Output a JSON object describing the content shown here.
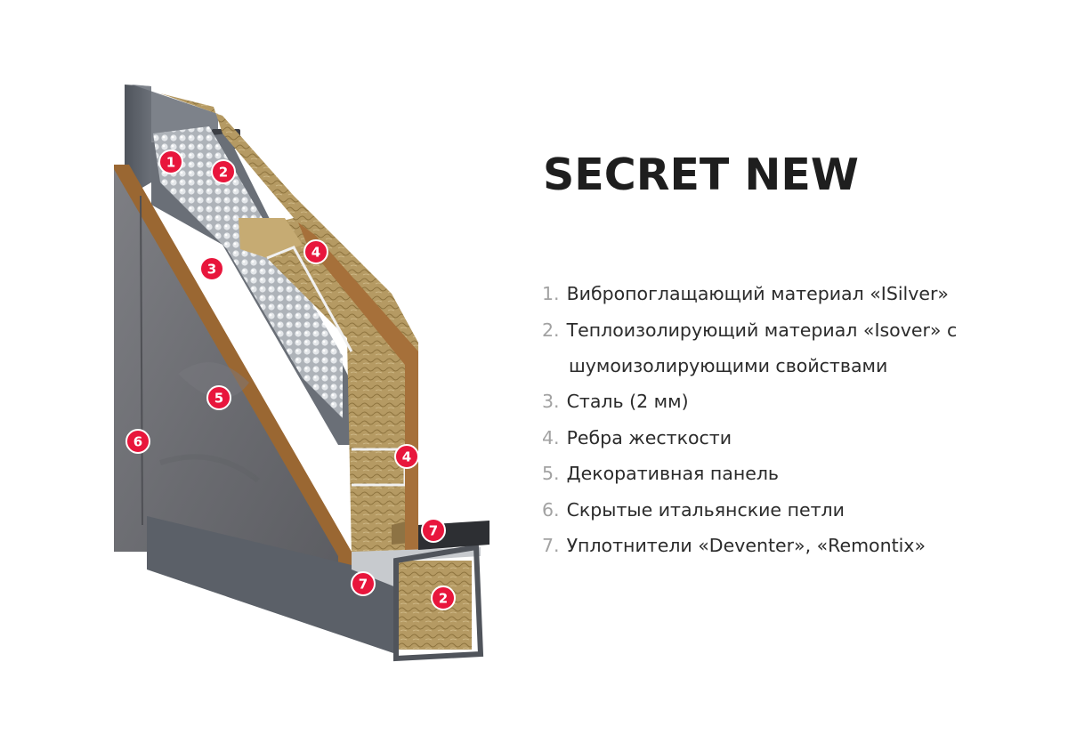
{
  "title": "SECRET NEW",
  "legend": [
    {
      "num": "1.",
      "text": "Вибропоглащающий материал «ISilver»"
    },
    {
      "num": "2.",
      "text": "Теплоизолирующий материал «Isover» с",
      "text_cont": "шумоизолирующими свойствами"
    },
    {
      "num": "3.",
      "text": "Сталь (2 мм)"
    },
    {
      "num": "4.",
      "text": "Ребра жесткости"
    },
    {
      "num": "5.",
      "text": "Декоративная панель"
    },
    {
      "num": "6.",
      "text": "Скрытые итальянские петли"
    },
    {
      "num": "7.",
      "text": "Уплотнители «Deventer», «Remontix»"
    }
  ],
  "markers": [
    "1",
    "2",
    "3",
    "4",
    "5",
    "6",
    "4",
    "7",
    "7",
    "2"
  ],
  "colors": {
    "marker": "#e8163c",
    "panel": "#6f7074",
    "steel": "#585d66",
    "mdf_edge": "#a6703a",
    "insulation": "#b59a63",
    "foil": "#c9cdd2"
  }
}
